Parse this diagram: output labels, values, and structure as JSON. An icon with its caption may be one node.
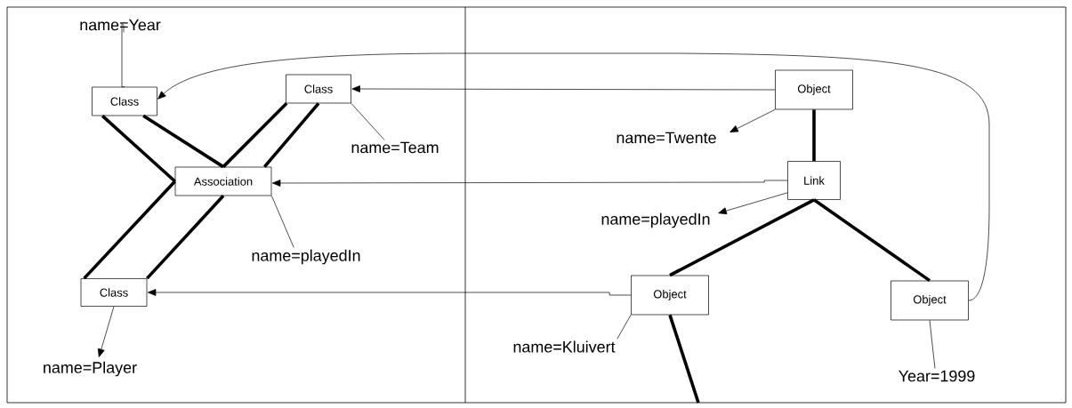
{
  "diagram": {
    "nodes": [
      {
        "text": [
          "name=Year"
        ]
      },
      {
        "text": [
          "Class"
        ]
      },
      {
        "text": [
          "Class"
        ]
      },
      {
        "text": [
          "Object"
        ]
      },
      {
        "text": [
          "name=Team"
        ]
      },
      {
        "text": [
          "name=Twente"
        ]
      },
      {
        "text": [
          "Association"
        ]
      },
      {
        "text": [
          "Link"
        ]
      },
      {
        "text": [
          "name=playedIn"
        ]
      },
      {
        "text": [
          "name=playedIn"
        ]
      },
      {
        "text": [
          "Class"
        ]
      },
      {
        "text": [
          "Object"
        ]
      },
      {
        "text": [
          "Object"
        ]
      },
      {
        "text": [
          "name=Kluivert"
        ]
      },
      {
        "text": [
          "name=Player"
        ]
      },
      {
        "text": [
          "Year=1999"
        ]
      }
    ],
    "edges": [
      {
        "from": 0,
        "to": 1,
        "arrow": "none"
      },
      {
        "from": 2,
        "to": 4,
        "arrow": "none"
      },
      {
        "from": 6,
        "to": 9,
        "arrow": "none"
      },
      {
        "from": 10,
        "to": 14,
        "arrow": "to"
      },
      {
        "from": 3,
        "to": 5,
        "arrow": "to"
      },
      {
        "from": 7,
        "to": 8,
        "arrow": "to"
      },
      {
        "from": 11,
        "to": 13,
        "arrow": "none"
      },
      {
        "from": 12,
        "to": 15,
        "arrow": "none"
      },
      {
        "from": 1,
        "to": 6,
        "arrow": "none",
        "style": "thick"
      },
      {
        "from": 1,
        "to": 6,
        "arrow": "none",
        "style": "thick"
      },
      {
        "from": 2,
        "to": 6,
        "arrow": "none",
        "style": "thick"
      },
      {
        "from": 2,
        "to": 6,
        "arrow": "none",
        "style": "thick"
      },
      {
        "from": 6,
        "to": 10,
        "arrow": "none",
        "style": "thick"
      },
      {
        "from": 6,
        "to": 10,
        "arrow": "none",
        "style": "thick"
      },
      {
        "from": 3,
        "to": 7,
        "arrow": "none",
        "style": "thick"
      },
      {
        "from": 7,
        "to": 11,
        "arrow": "none",
        "style": "thick"
      },
      {
        "from": 7,
        "to": 12,
        "arrow": "none",
        "style": "thick"
      },
      {
        "from": 11,
        "to": null,
        "arrow": "none",
        "style": "thick"
      },
      {
        "from": 3,
        "to": 2,
        "arrow": "to"
      },
      {
        "from": 7,
        "to": 6,
        "arrow": "to"
      },
      {
        "from": 11,
        "to": 10,
        "arrow": "to"
      },
      {
        "from": 12,
        "to": 1,
        "arrow": "to"
      }
    ]
  }
}
